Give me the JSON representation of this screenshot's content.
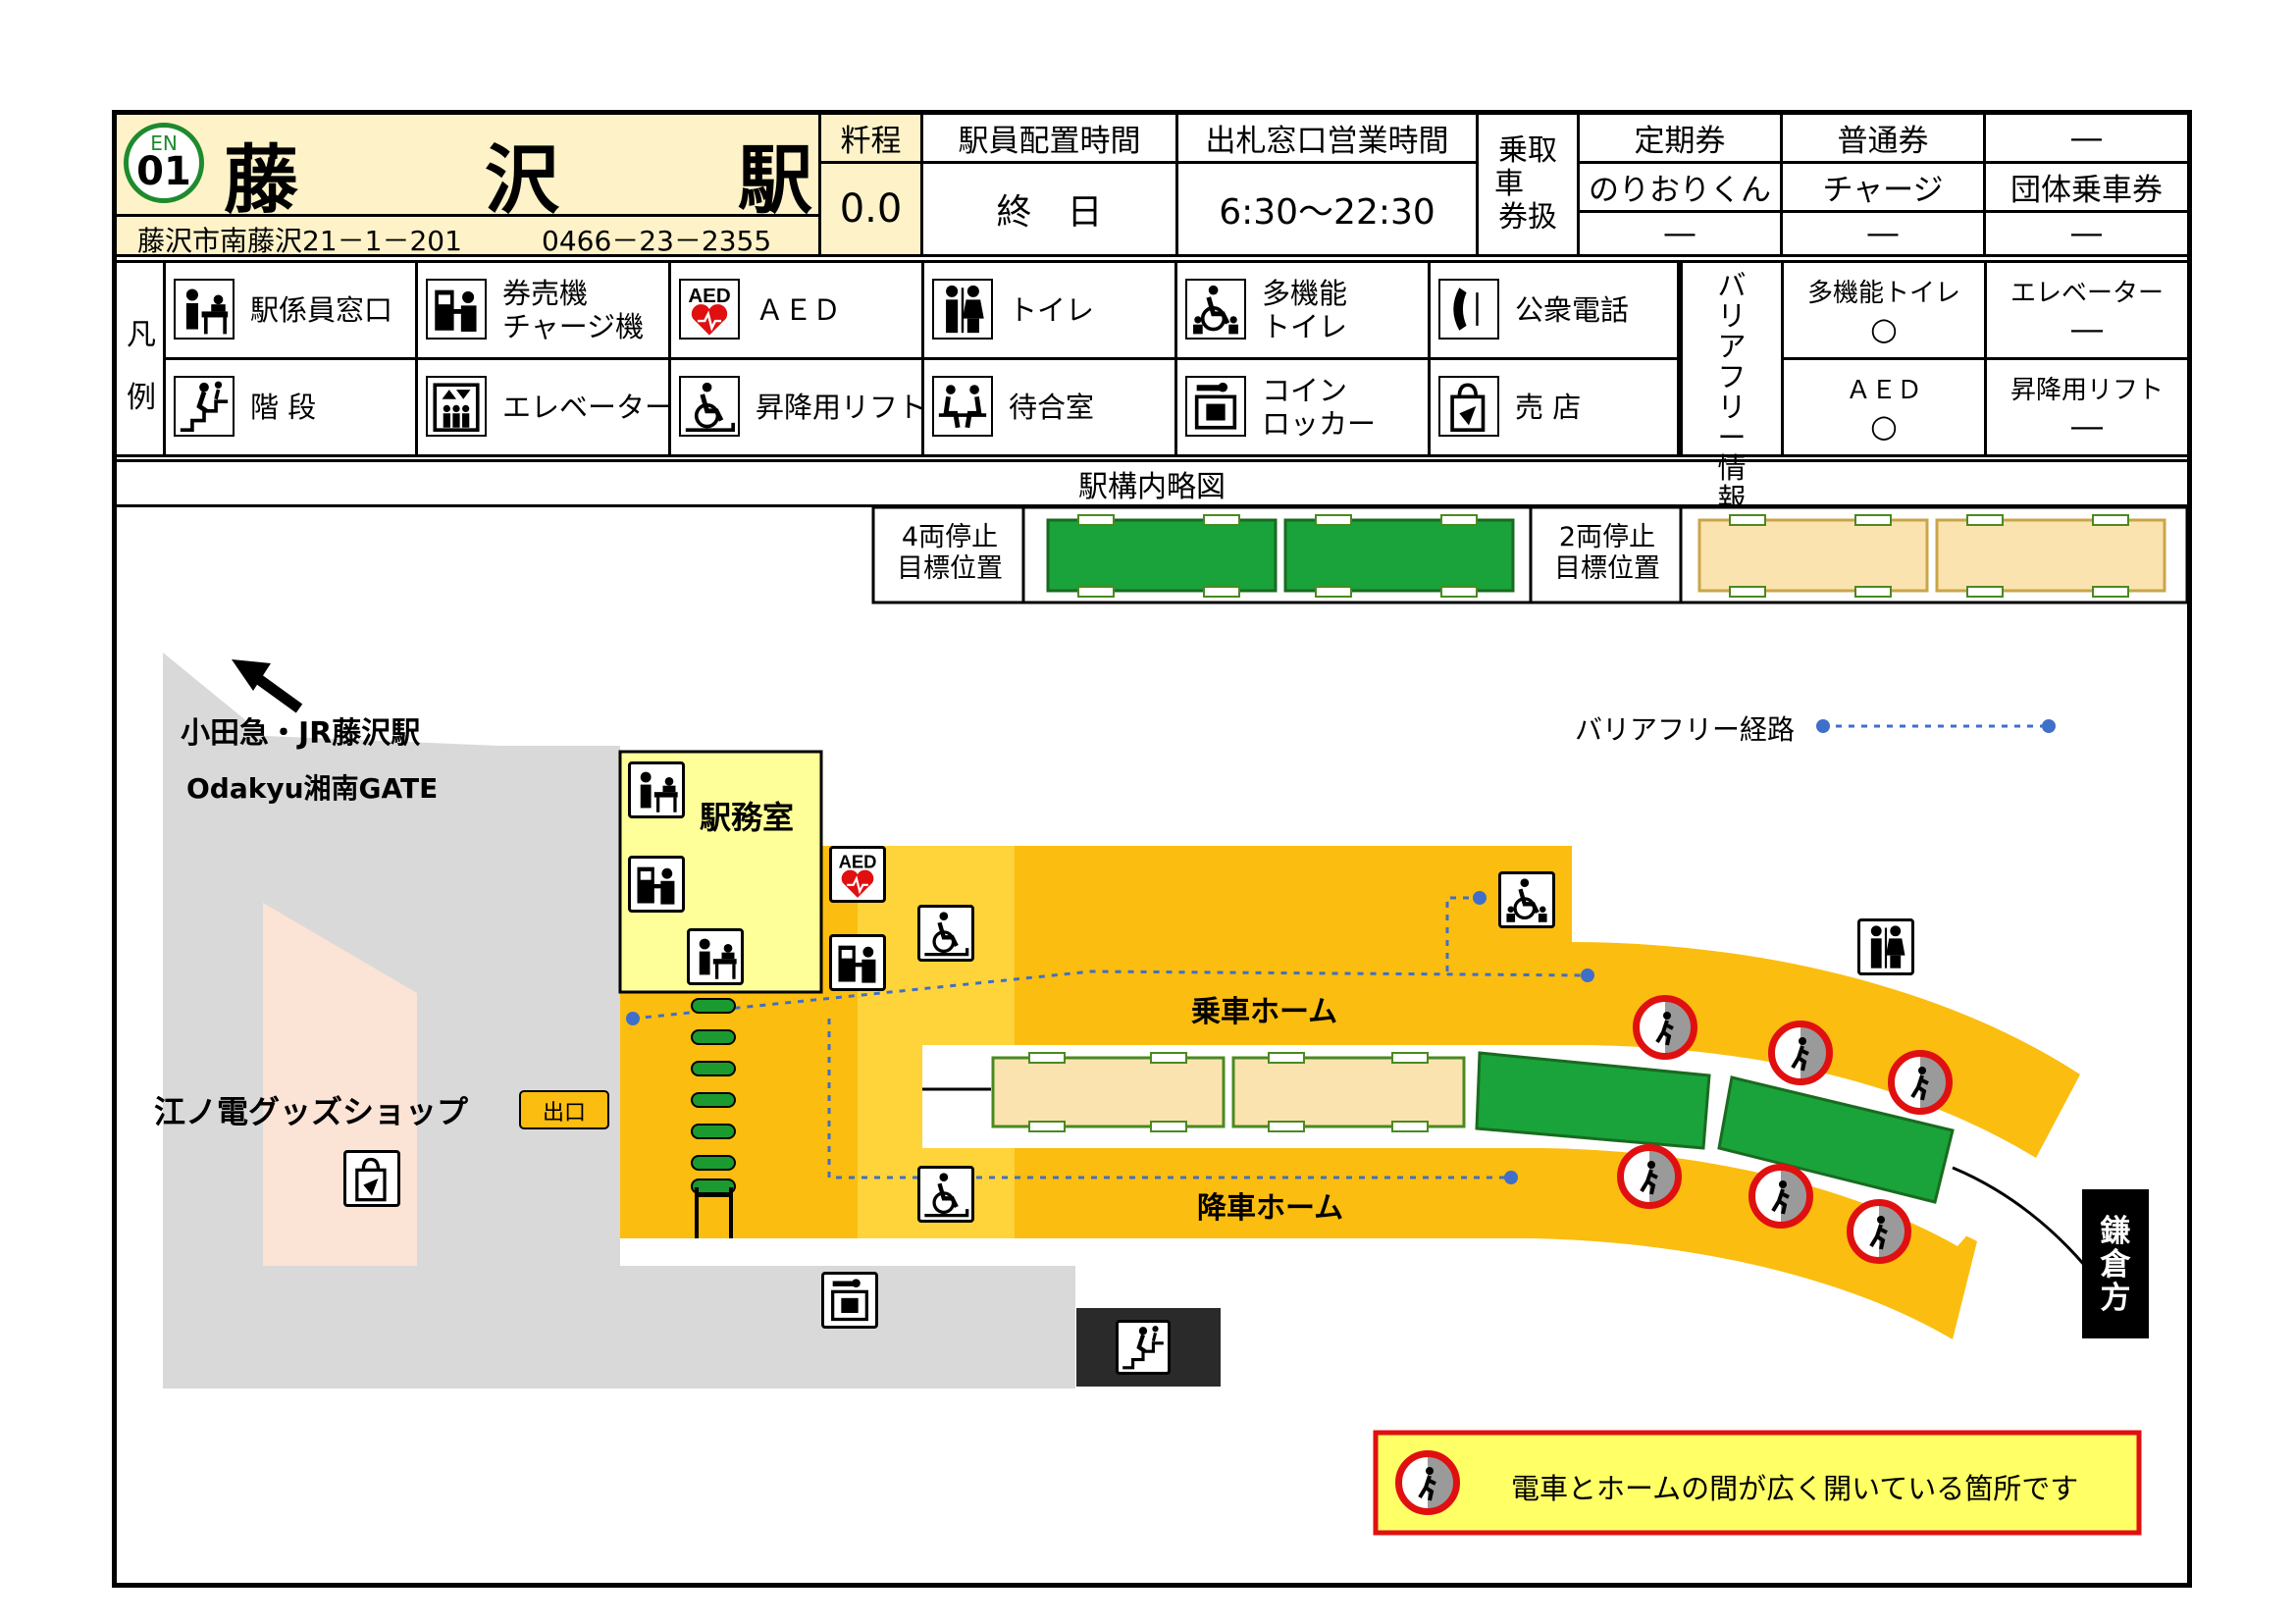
{
  "station": {
    "line_code": "EN",
    "number": "01",
    "name_chars": [
      "藤",
      "沢",
      "駅"
    ],
    "address": "藤沢市南藤沢21－1－201",
    "phone": "0466－23－2355"
  },
  "header": {
    "fare_distance_label": "粁程",
    "fare_distance_value": "0.0",
    "staff_hours_label": "駅員配置時間",
    "staff_hours_value": "終　日",
    "window_hours_label": "出札窓口営業時間",
    "window_hours_value": "6:30～22:30",
    "ticket_handling_label_1": "乗取",
    "ticket_handling_label_2": "車",
    "ticket_handling_label_3": "券扱",
    "ticket_types": [
      {
        "name": "定期券",
        "value": "―"
      },
      {
        "name": "普通券",
        "value": "―"
      },
      {
        "name": "―",
        "value": "―"
      }
    ],
    "ticket_types_row2": [
      "のりおりくん",
      "チャージ",
      "団体乗車券"
    ]
  },
  "legend": {
    "title_1": "凡",
    "title_2": "例",
    "items": [
      {
        "icon": "ticket-window-icon",
        "label": "駅係員窓口"
      },
      {
        "icon": "ticket-machine-icon",
        "label": "券売機\nチャージ機"
      },
      {
        "icon": "aed-icon",
        "label": "ＡＥＤ"
      },
      {
        "icon": "toilet-icon",
        "label": "トイレ"
      },
      {
        "icon": "multipurpose-toilet-icon",
        "label": "多機能\nトイレ"
      },
      {
        "icon": "public-phone-icon",
        "label": "公衆電話"
      },
      {
        "icon": "stairs-icon",
        "label": "階 段"
      },
      {
        "icon": "elevator-icon",
        "label": "エレベーター"
      },
      {
        "icon": "wheelchair-lift-icon",
        "label": "昇降用リフト"
      },
      {
        "icon": "waiting-room-icon",
        "label": "待合室"
      },
      {
        "icon": "coin-locker-icon",
        "label": "コイン\nロッカー"
      },
      {
        "icon": "shop-icon",
        "label": "売 店"
      }
    ],
    "aed_text": "AED"
  },
  "barrier_free": {
    "title": "バリアフリー情報",
    "items": [
      {
        "name": "多機能トイレ",
        "value": "○"
      },
      {
        "name": "エレベーター",
        "value": "―"
      },
      {
        "name": "ＡＥＤ",
        "value": "○"
      },
      {
        "name": "昇降用リフト",
        "value": "―"
      }
    ]
  },
  "map": {
    "title": "駅構内略図",
    "stop4_label": "4両停止\n目標位置",
    "stop2_label": "2両停止\n目標位置",
    "direction_odakyu": "小田急・JR藤沢駅",
    "direction_gate": "Odakyu湘南GATE",
    "station_office": "駅務室",
    "goods_shop": "江ノ電グッズショップ",
    "exit": "出口",
    "boarding_platform": "乗車ホーム",
    "alighting_platform": "降車ホーム",
    "kamakura": "鎌倉方",
    "barrier_free_route": "バリアフリー経路",
    "gap_warning": "電車とホームの間が広く開いている箇所です",
    "colors": {
      "platform": "#fbbd0f",
      "concourse": "#d9d9d9",
      "shop": "#fbe3d6",
      "office": "#ffff99",
      "car4": "#19a33a",
      "car2": "#fbe3b0",
      "route": "#3f6fc8"
    }
  }
}
